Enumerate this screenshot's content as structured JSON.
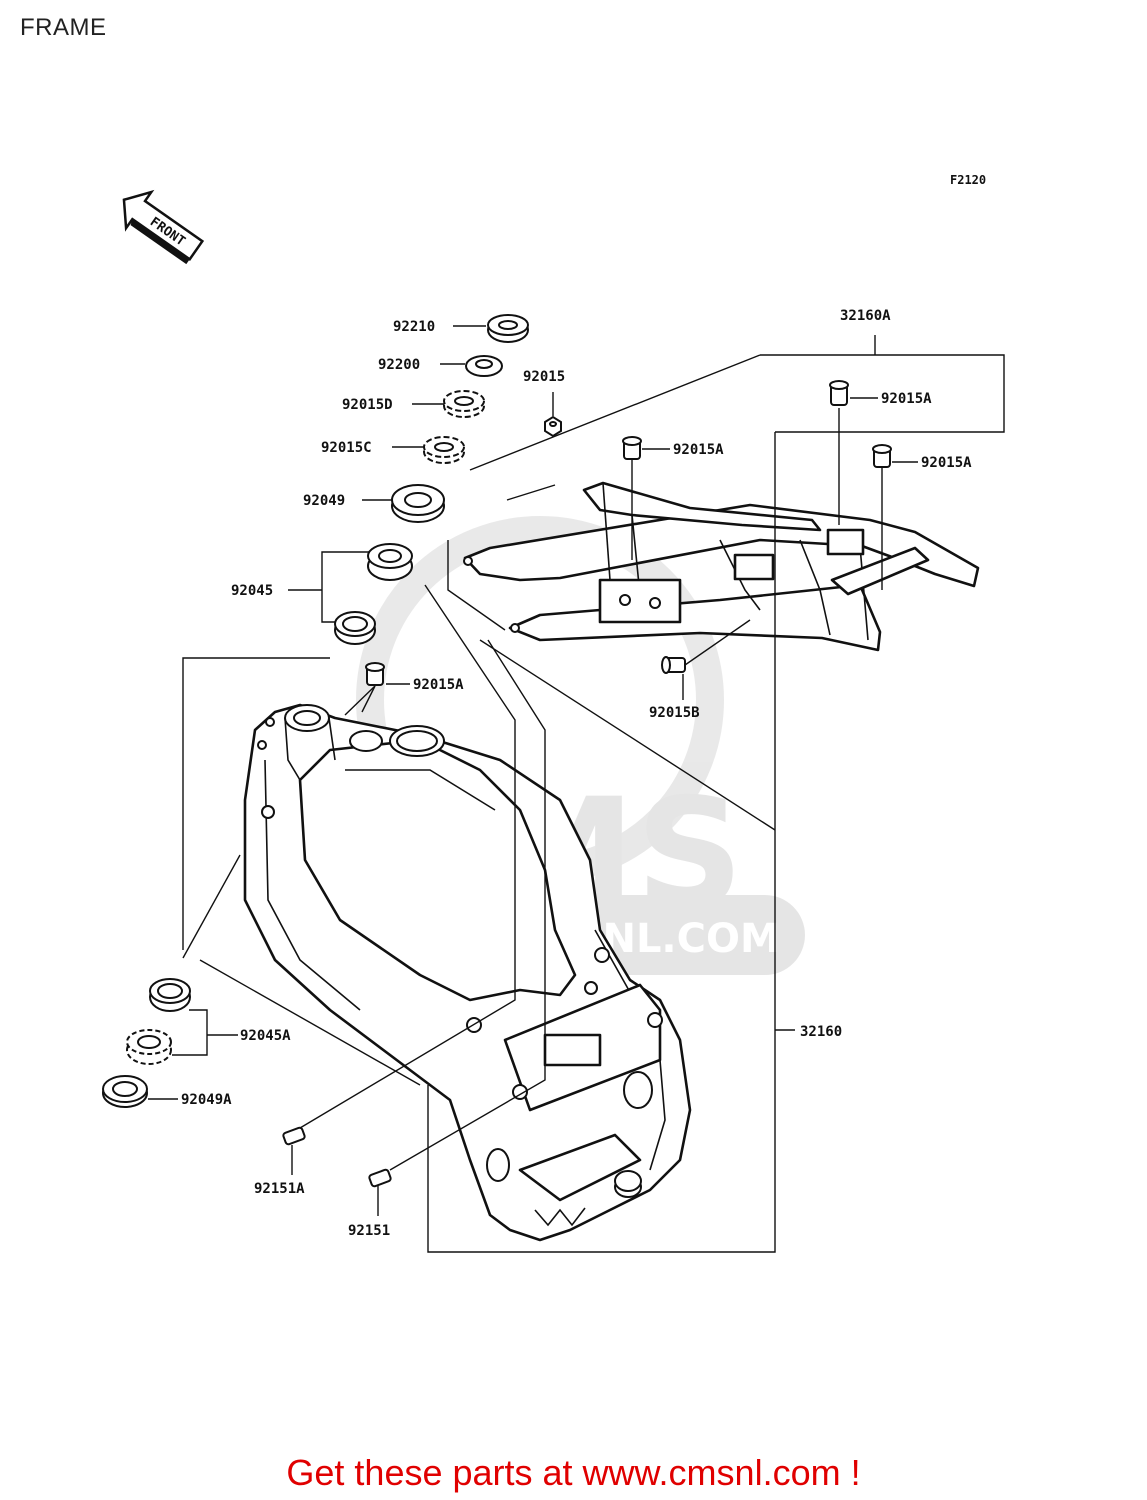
{
  "page": {
    "title": "FRAME"
  },
  "diagram": {
    "figure_code": "F2120",
    "front_label": "FRONT",
    "watermark": {
      "brand": "CMS",
      "url": "WWW.CMSNL.COM"
    },
    "parts": [
      {
        "id": "p-92210",
        "label": "92210"
      },
      {
        "id": "p-92200",
        "label": "92200"
      },
      {
        "id": "p-92015",
        "label": "92015"
      },
      {
        "id": "p-92015D",
        "label": "92015D"
      },
      {
        "id": "p-92015C",
        "label": "92015C"
      },
      {
        "id": "p-92049",
        "label": "92049"
      },
      {
        "id": "p-92045",
        "label": "92045"
      },
      {
        "id": "p-32160A",
        "label": "32160A"
      },
      {
        "id": "p-92015A-1",
        "label": "92015A"
      },
      {
        "id": "p-92015A-2",
        "label": "92015A"
      },
      {
        "id": "p-92015A-3",
        "label": "92015A"
      },
      {
        "id": "p-92015A-4",
        "label": "92015A"
      },
      {
        "id": "p-92015B",
        "label": "92015B"
      },
      {
        "id": "p-32160",
        "label": "32160"
      },
      {
        "id": "p-92045A",
        "label": "92045A"
      },
      {
        "id": "p-92049A",
        "label": "92049A"
      },
      {
        "id": "p-92151A",
        "label": "92151A"
      },
      {
        "id": "p-92151",
        "label": "92151"
      }
    ]
  },
  "footer": {
    "text": "Get these parts at www.cmsnl.com !"
  },
  "colors": {
    "footer": "#e00000",
    "line": "#111111",
    "watermark": "#dddddd"
  }
}
